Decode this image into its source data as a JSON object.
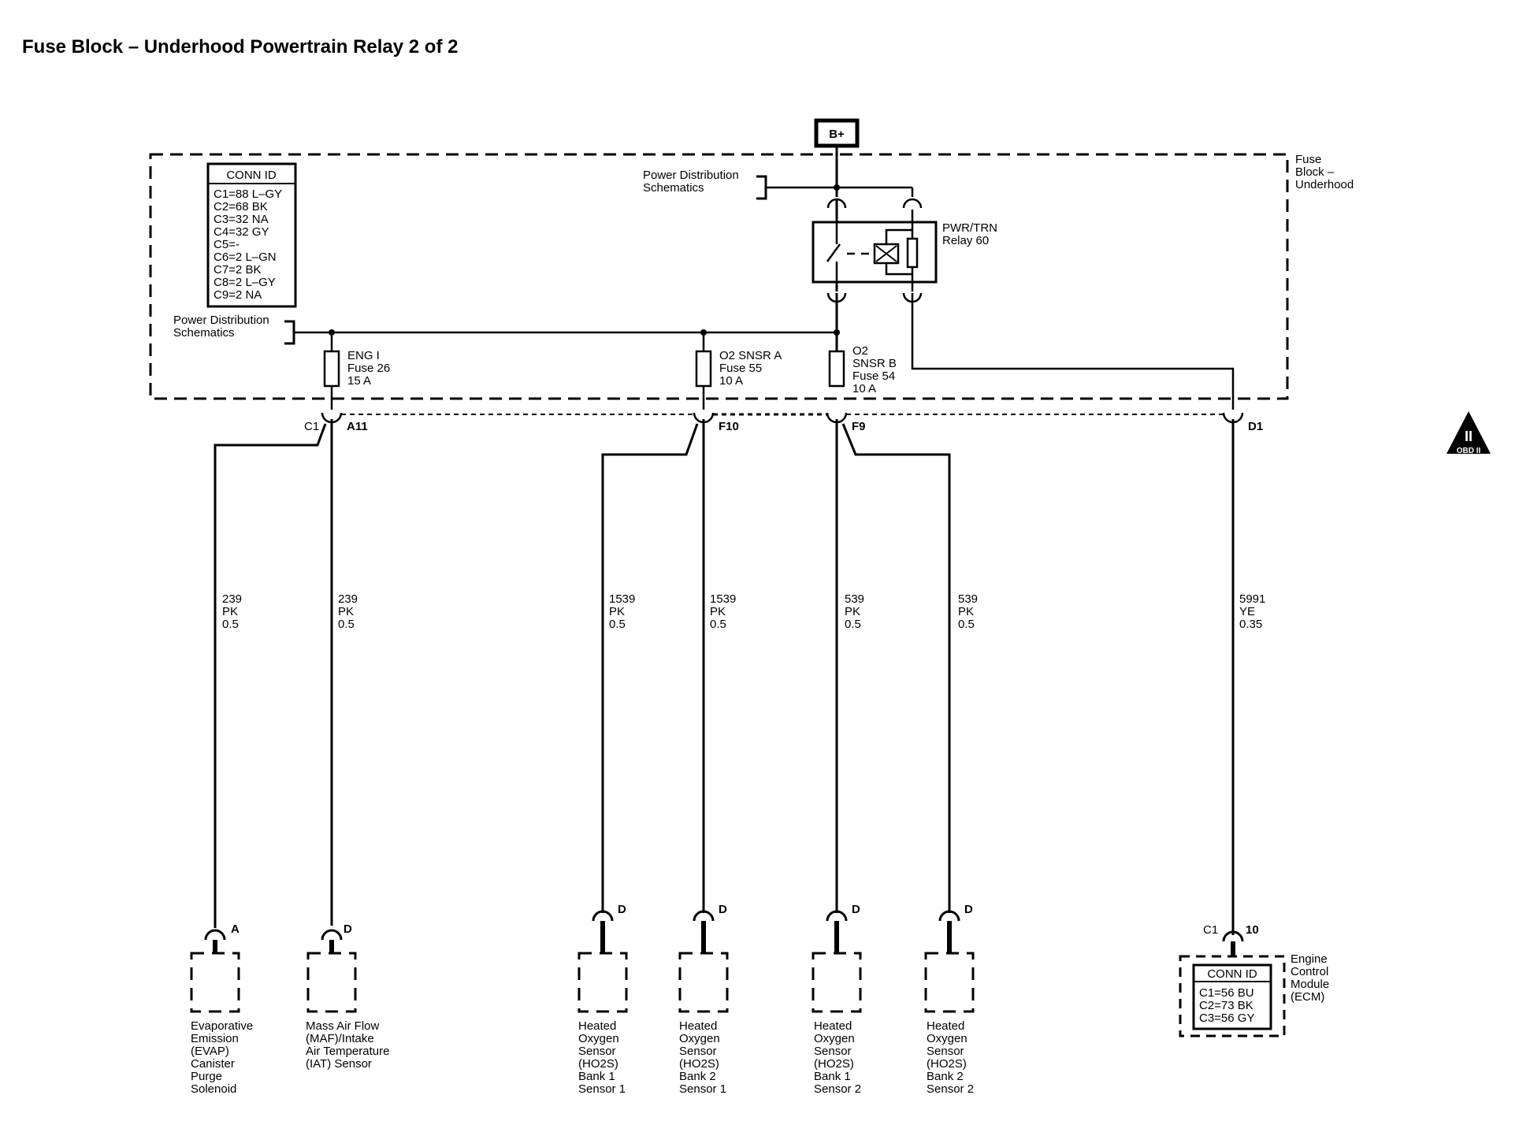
{
  "title": "Fuse Block – Underhood Powertrain Relay 2 of 2",
  "battery": "B+",
  "fuse_block_label": [
    "Fuse",
    "Block –",
    "Underhood"
  ],
  "conn_id": {
    "header": "CONN ID",
    "rows": [
      "C1=88 L–GY",
      "C2=68 BK",
      "C3=32 NA",
      "C4=32 GY",
      "C5=-",
      "C6=2 L–GN",
      "C7=2 BK",
      "C8=2 L–GY",
      "C9=2 NA"
    ]
  },
  "power_dist_top": [
    "Power Distribution",
    "Schematics"
  ],
  "power_dist_left": [
    "Power Distribution",
    "Schematics"
  ],
  "relay": [
    "PWR/TRN",
    "Relay 60"
  ],
  "fuses": [
    {
      "lines": [
        "ENG I",
        "Fuse 26",
        "15 A"
      ]
    },
    {
      "lines": [
        "O2 SNSR A",
        "Fuse 55",
        "10 A"
      ]
    },
    {
      "lines": [
        "O2",
        "SNSR B",
        "Fuse 54",
        "10 A"
      ]
    }
  ],
  "connectors": {
    "c1": "C1",
    "a11": "A11",
    "f10": "F10",
    "f9": "F9",
    "d1": "D1"
  },
  "obd_badge": {
    "top": "II",
    "bottom": "OBD II"
  },
  "wires": [
    {
      "circuit": "239",
      "color": "PK",
      "size": "0.5"
    },
    {
      "circuit": "239",
      "color": "PK",
      "size": "0.5"
    },
    {
      "circuit": "1539",
      "color": "PK",
      "size": "0.5"
    },
    {
      "circuit": "1539",
      "color": "PK",
      "size": "0.5"
    },
    {
      "circuit": "539",
      "color": "PK",
      "size": "0.5"
    },
    {
      "circuit": "539",
      "color": "PK",
      "size": "0.5"
    },
    {
      "circuit": "5991",
      "color": "YE",
      "size": "0.35"
    }
  ],
  "components": [
    {
      "pin": "A",
      "name": [
        "Evaporative",
        "Emission",
        "(EVAP)",
        "Canister",
        "Purge",
        "Solenoid"
      ]
    },
    {
      "pin": "D",
      "name": [
        "Mass Air Flow",
        "(MAF)/Intake",
        "Air Temperature",
        "(IAT) Sensor"
      ]
    },
    {
      "pin": "D",
      "name": [
        "Heated",
        "Oxygen",
        "Sensor",
        "(HO2S)",
        "Bank 1",
        "Sensor 1"
      ]
    },
    {
      "pin": "D",
      "name": [
        "Heated",
        "Oxygen",
        "Sensor",
        "(HO2S)",
        "Bank 2",
        "Sensor 1"
      ]
    },
    {
      "pin": "D",
      "name": [
        "Heated",
        "Oxygen",
        "Sensor",
        "(HO2S)",
        "Bank 1",
        "Sensor 2"
      ]
    },
    {
      "pin": "D",
      "name": [
        "Heated",
        "Oxygen",
        "Sensor",
        "(HO2S)",
        "Bank 2",
        "Sensor 2"
      ]
    }
  ],
  "ecm": {
    "conn": "C1",
    "pin": "10",
    "name": [
      "Engine",
      "Control",
      "Module",
      "(ECM)"
    ],
    "conn_id_header": "CONN ID",
    "conn_id_rows": [
      "C1=56 BU",
      "C2=73 BK",
      "C3=56 GY"
    ]
  }
}
